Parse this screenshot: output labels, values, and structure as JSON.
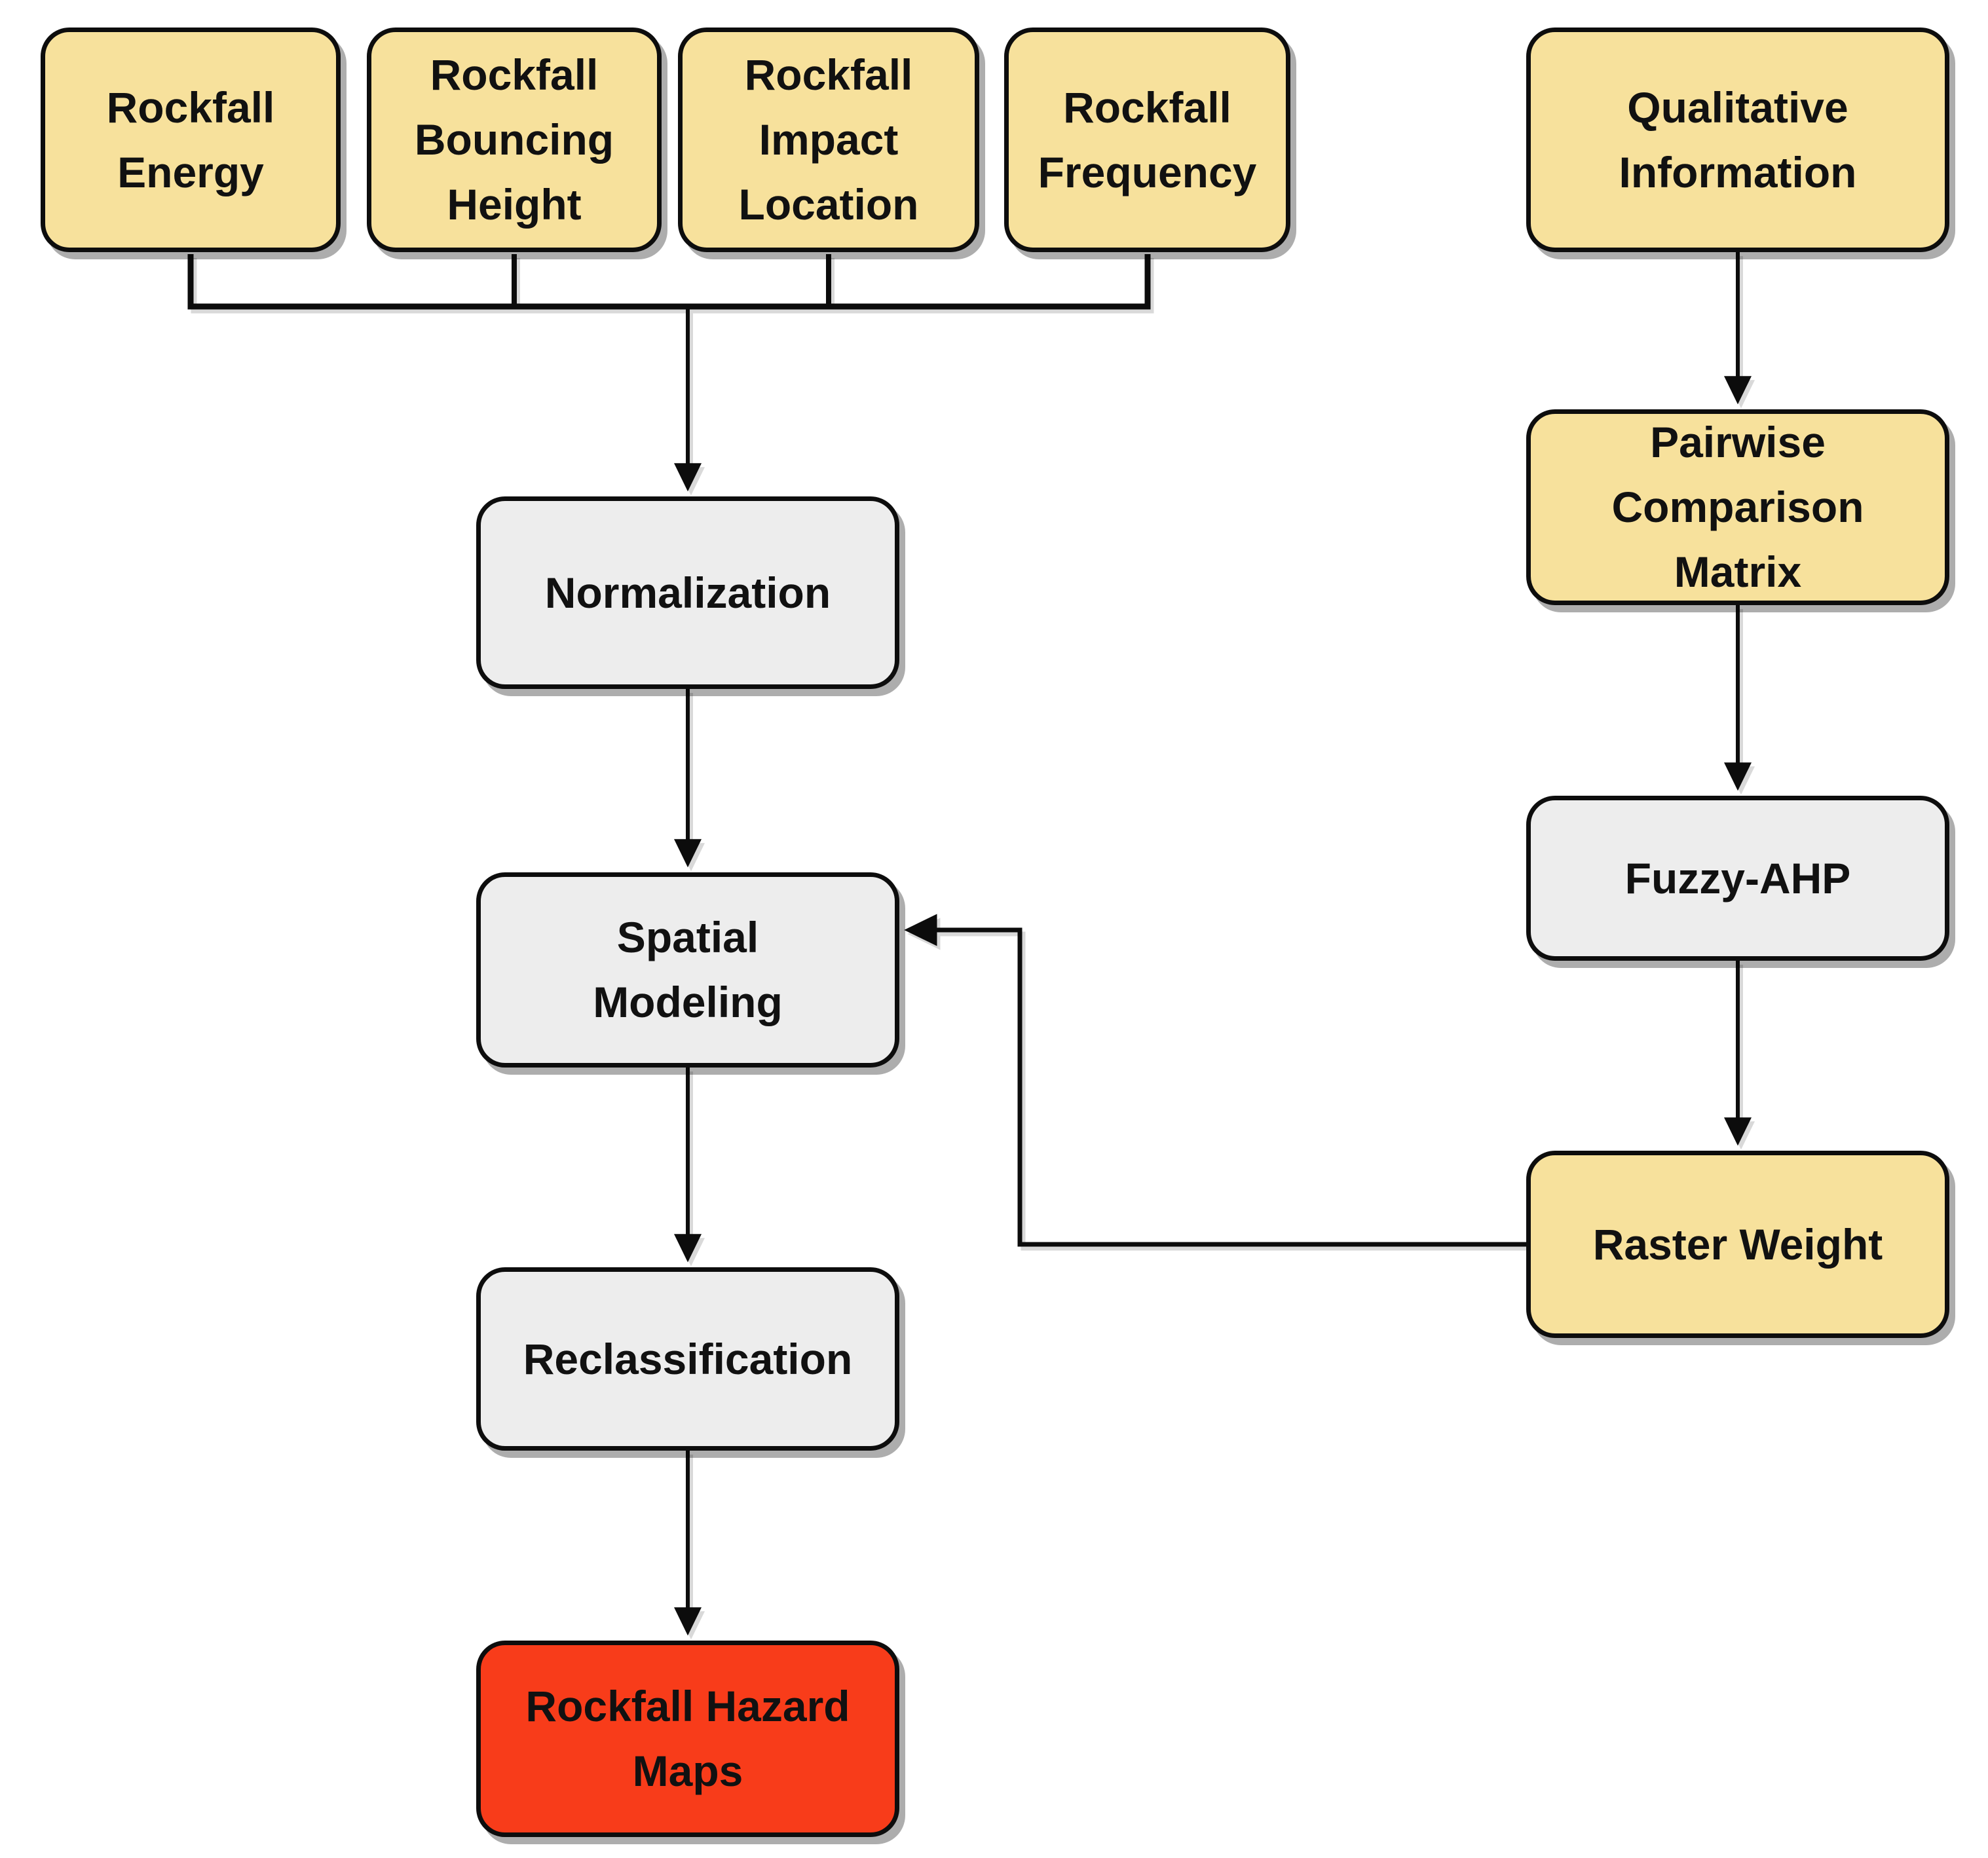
{
  "palette": {
    "input_fill": "#F7E19C",
    "process_fill": "#EDEDED",
    "output_fill": "#F83C1A",
    "border": "#0D0D0D",
    "text": "#111111",
    "connector": "#0C0C0C",
    "background": "#FFFFFF"
  },
  "nodes": [
    {
      "id": "rockfall-energy",
      "label": "Rockfall Energy",
      "role": "input"
    },
    {
      "id": "rockfall-bouncing-height",
      "label": "Rockfall Bouncing Height",
      "role": "input"
    },
    {
      "id": "rockfall-impact-location",
      "label": "Rockfall Impact Location",
      "role": "input"
    },
    {
      "id": "rockfall-frequency",
      "label": "Rockfall Frequency",
      "role": "input"
    },
    {
      "id": "qualitative-information",
      "label": "Qualitative Information",
      "role": "input"
    },
    {
      "id": "normalization",
      "label": "Normalization",
      "role": "process"
    },
    {
      "id": "spatial-modeling",
      "label": "Spatial Modeling",
      "role": "process"
    },
    {
      "id": "reclassification",
      "label": "Reclassification",
      "role": "process"
    },
    {
      "id": "rockfall-hazard-maps",
      "label": "Rockfall Hazard Maps",
      "role": "output"
    },
    {
      "id": "pairwise-comparison-matrix",
      "label": "Pairwise Comparison Matrix",
      "role": "input"
    },
    {
      "id": "fuzzy-ahp",
      "label": "Fuzzy-AHP",
      "role": "process"
    },
    {
      "id": "raster-weight",
      "label": "Raster Weight",
      "role": "input"
    }
  ],
  "edges": [
    {
      "from": "rockfall-energy",
      "to": "normalization"
    },
    {
      "from": "rockfall-bouncing-height",
      "to": "normalization"
    },
    {
      "from": "rockfall-impact-location",
      "to": "normalization"
    },
    {
      "from": "rockfall-frequency",
      "to": "normalization"
    },
    {
      "from": "normalization",
      "to": "spatial-modeling"
    },
    {
      "from": "spatial-modeling",
      "to": "reclassification"
    },
    {
      "from": "reclassification",
      "to": "rockfall-hazard-maps"
    },
    {
      "from": "qualitative-information",
      "to": "pairwise-comparison-matrix"
    },
    {
      "from": "pairwise-comparison-matrix",
      "to": "fuzzy-ahp"
    },
    {
      "from": "fuzzy-ahp",
      "to": "raster-weight"
    },
    {
      "from": "raster-weight",
      "to": "spatial-modeling"
    }
  ]
}
